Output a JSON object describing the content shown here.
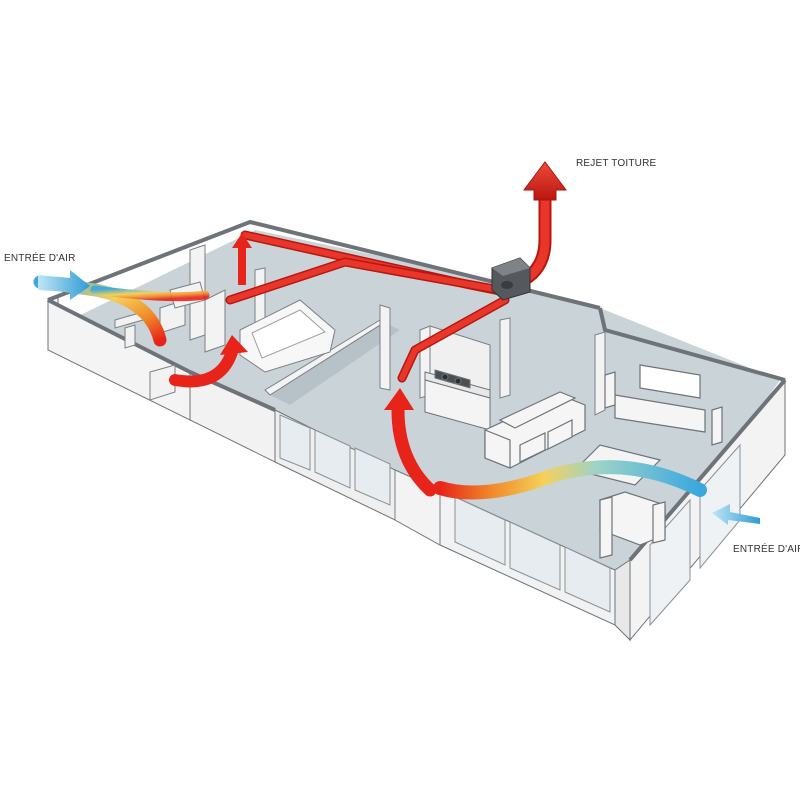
{
  "labels": {
    "roof_exhaust": "REJET TOITURE",
    "air_inlet_left": "ENTRÉE D'AIR",
    "air_inlet_right": "ENTRÉE D'AIR"
  },
  "colors": {
    "exhaust_duct": "#d8231c",
    "warm_flow": "#e8241a",
    "fresh_air": "#3aa8df",
    "floor": "#c9d3d8",
    "wall_top": "#6d7378",
    "wall_face": "#f6f6f6",
    "furniture": "#f2f2f2"
  },
  "icons": {
    "ventilation_unit": "vmc-fan-unit-icon",
    "exhaust_arrow": "up-arrow-icon",
    "inlet_arrow": "right-arrow-icon"
  }
}
